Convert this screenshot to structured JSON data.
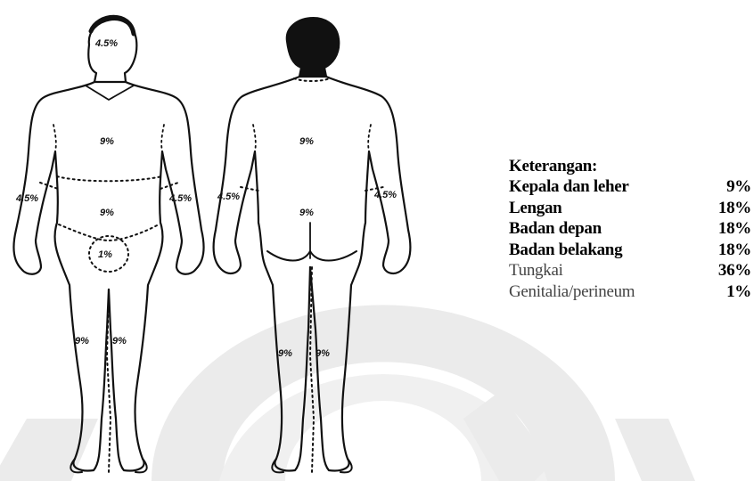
{
  "figures": {
    "front": {
      "head": "4.5%",
      "chest": "9%",
      "abdomen": "9%",
      "arm_left": "4.5%",
      "arm_right": "4.5%",
      "genital": "1%",
      "leg_left": "9%",
      "leg_right": "9%"
    },
    "back": {
      "upper": "9%",
      "lower": "9%",
      "arm_left": "4.5%",
      "arm_right": "4.5%",
      "leg_left": "9%",
      "leg_right": "9%"
    }
  },
  "legend": {
    "title": "Keterangan:",
    "rows": [
      {
        "label": "Kepala dan leher",
        "value": "9%"
      },
      {
        "label": "Lengan",
        "value": "18%"
      },
      {
        "label": "Badan depan",
        "value": "18%"
      },
      {
        "label": "Badan belakang",
        "value": "18%"
      },
      {
        "label": "Tungkai",
        "value": "36%"
      },
      {
        "label": "Genitalia/perineum",
        "value": "1%"
      }
    ]
  },
  "colors": {
    "ink": "#111111",
    "watermark": "#e6e6e6"
  }
}
